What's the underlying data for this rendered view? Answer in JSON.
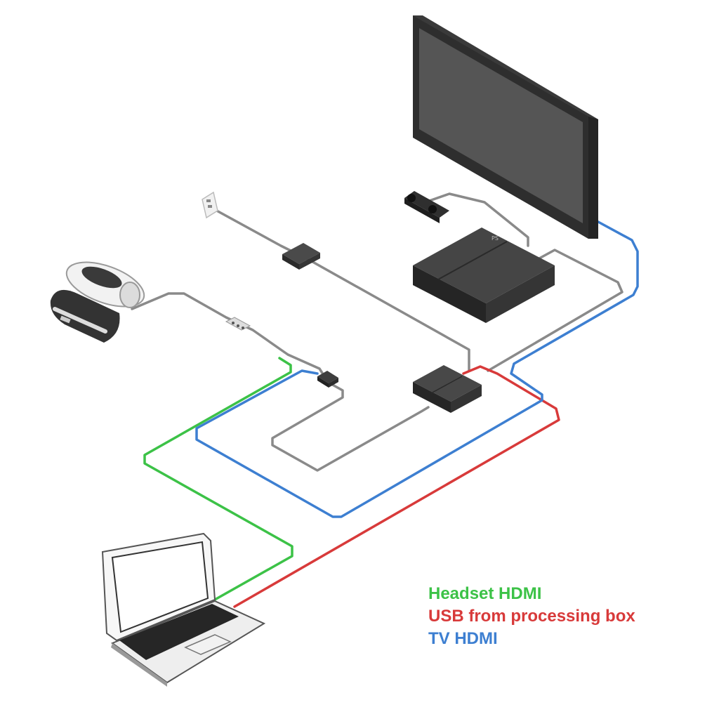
{
  "colors": {
    "headset_hdmi": "#3cc247",
    "usb": "#d83a3a",
    "tv_hdmi": "#3d7fd1",
    "cable_gray": "#8a8a8a",
    "device_dark": "#3a3a3a"
  },
  "legend": {
    "headset_hdmi": "Headset HDMI",
    "usb": "USB from processing box",
    "tv_hdmi": "TV HDMI"
  },
  "icons": {
    "tv": "tv-icon",
    "camera": "camera-icon",
    "console": "console-icon",
    "processing_box": "processing-box-icon",
    "power_adapter": "power-adapter-icon",
    "wall_outlet": "wall-outlet-icon",
    "vr_headset": "vr-headset-icon",
    "inline_remote": "inline-remote-icon",
    "connector": "connector-icon",
    "laptop": "laptop-icon"
  }
}
